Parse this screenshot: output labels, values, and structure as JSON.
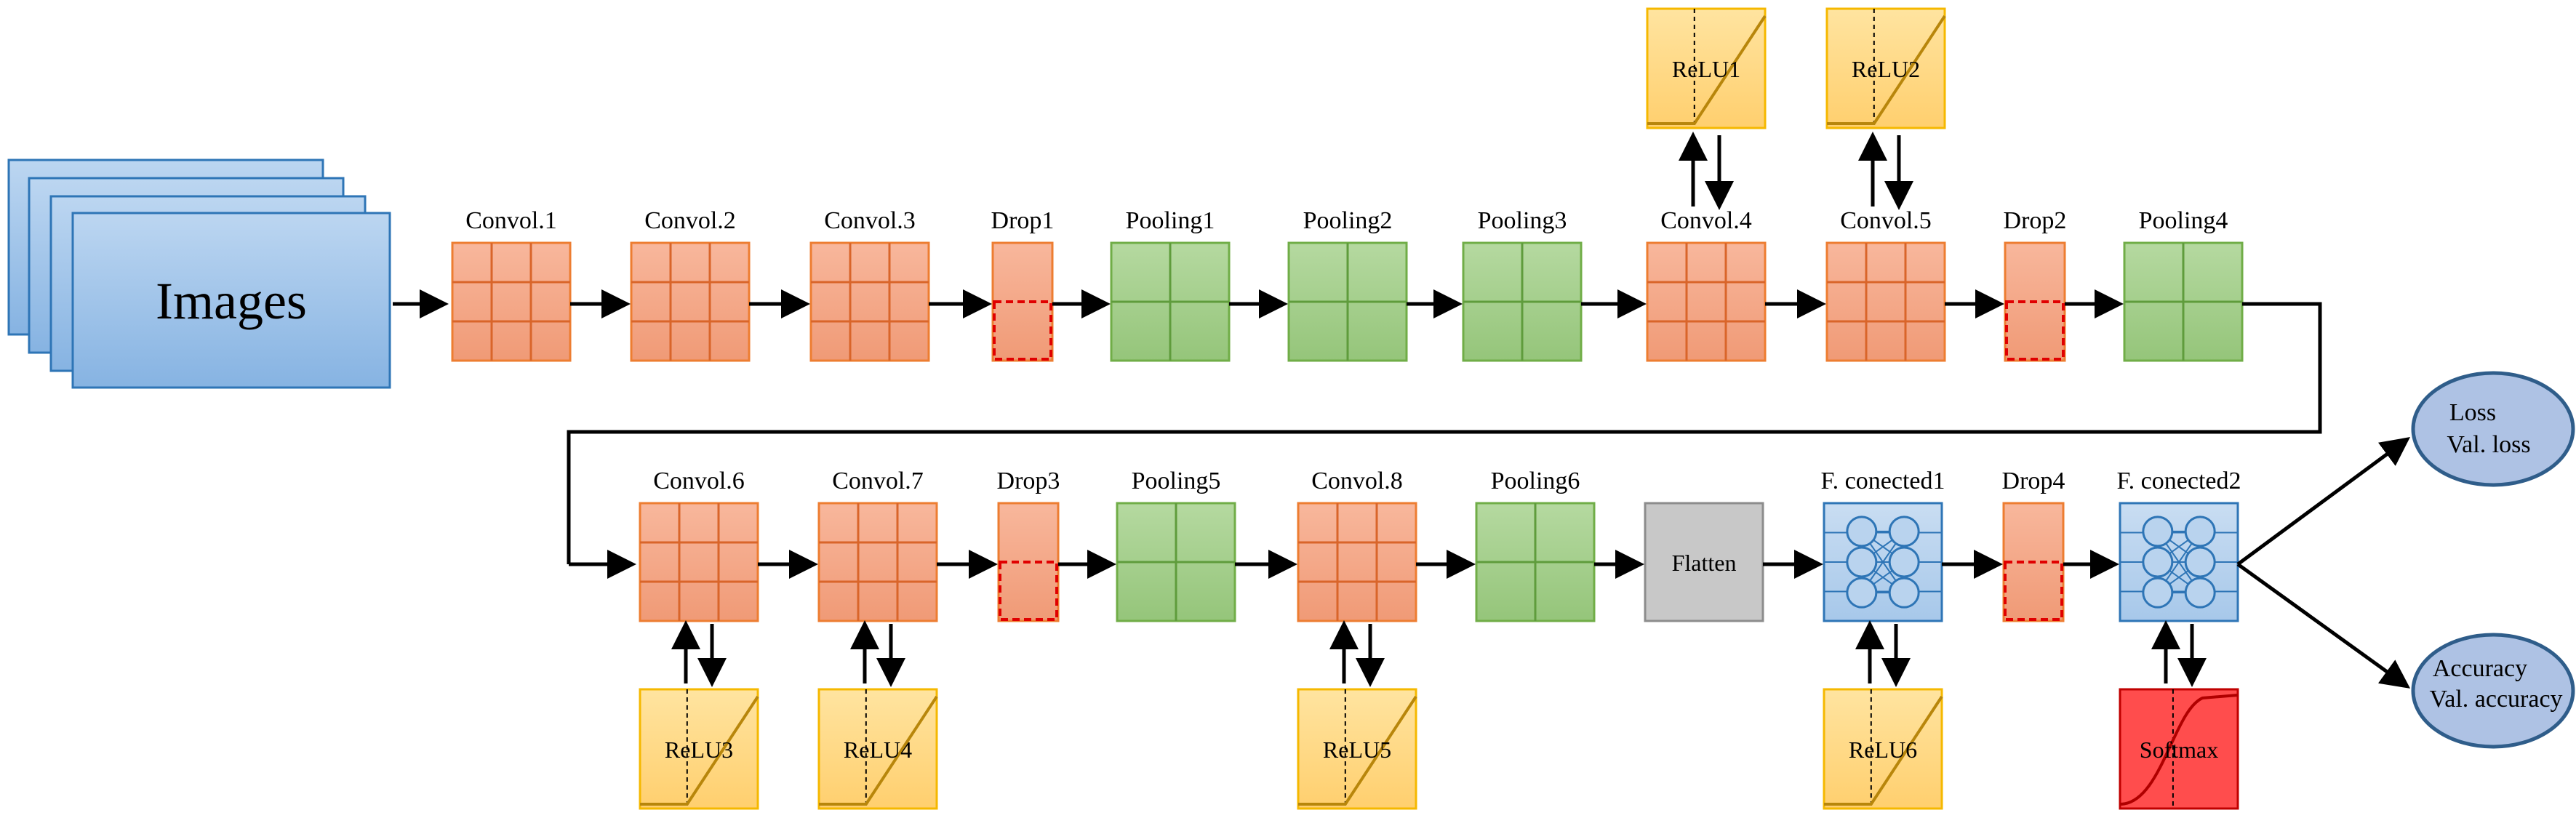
{
  "input": {
    "label": "Images"
  },
  "row1": [
    {
      "type": "conv",
      "label": "Convol.1"
    },
    {
      "type": "conv",
      "label": "Convol.2"
    },
    {
      "type": "conv",
      "label": "Convol.3"
    },
    {
      "type": "drop",
      "label": "Drop1"
    },
    {
      "type": "pool",
      "label": "Pooling1"
    },
    {
      "type": "pool",
      "label": "Pooling2"
    },
    {
      "type": "pool",
      "label": "Pooling3"
    },
    {
      "type": "conv",
      "label": "Convol.4",
      "relu": "ReLU1"
    },
    {
      "type": "conv",
      "label": "Convol.5",
      "relu": "ReLU2"
    },
    {
      "type": "drop",
      "label": "Drop2"
    },
    {
      "type": "pool",
      "label": "Pooling4"
    }
  ],
  "row2": [
    {
      "type": "conv",
      "label": "Convol.6",
      "relu": "ReLU3"
    },
    {
      "type": "conv",
      "label": "Convol.7",
      "relu": "ReLU4"
    },
    {
      "type": "drop",
      "label": "Drop3"
    },
    {
      "type": "pool",
      "label": "Pooling5"
    },
    {
      "type": "conv",
      "label": "Convol.8",
      "relu": "ReLU5"
    },
    {
      "type": "pool",
      "label": "Pooling6"
    },
    {
      "type": "flatten",
      "label": "Flatten"
    },
    {
      "type": "fc",
      "label": "F. conected1",
      "relu": "ReLU6"
    },
    {
      "type": "drop",
      "label": "Drop4"
    },
    {
      "type": "fc",
      "label": "F. conected2",
      "softmax": "Softmax"
    }
  ],
  "outputs": [
    {
      "line1": "Loss",
      "line2": "Val. loss"
    },
    {
      "line1": "Accuracy",
      "line2": "Val. accuracy"
    }
  ],
  "colors": {
    "conv": "#f4a582",
    "pool": "#a8d08d",
    "drop": "#f4a582",
    "relu": "#ffd680",
    "flatten": "#c8c8c8",
    "fc": "#9fc5e8",
    "softmax": "#ff4d4d",
    "ellipse": "#aec2e4",
    "images": "#9fc5e8"
  }
}
